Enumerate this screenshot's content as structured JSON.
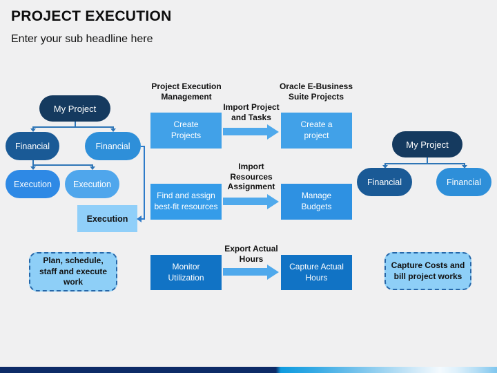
{
  "slide": {
    "title": "PROJECT EXECUTION",
    "subtitle": "Enter your sub headline here"
  },
  "columns": {
    "left_header": "Project Execution Management",
    "right_header": "Oracle E-Business Suite Projects"
  },
  "left_tree": {
    "root": "My Project",
    "children": [
      "Financial",
      "Financial"
    ],
    "grandchildren": [
      "Execution",
      "Execution"
    ],
    "detached_node": "Execution"
  },
  "right_tree": {
    "root": "My Project",
    "children": [
      "Financial",
      "Financial"
    ]
  },
  "flows": [
    {
      "left_box": "Create Projects",
      "arrow_label": "Import Project and Tasks",
      "right_box": "Create a project"
    },
    {
      "left_box": "Find and assign best-fit resources",
      "arrow_label": "Import Resources Assignment",
      "right_box": "Manage Budgets"
    },
    {
      "left_box": "Monitor Utilization",
      "arrow_label": "Export Actual Hours",
      "right_box": "Capture Actual Hours"
    }
  ],
  "notes": {
    "left": "Plan, schedule, staff and execute work",
    "right": "Capture Costs and bill project works"
  },
  "colors": {
    "background": "#F0F0F1",
    "navy_node": "#153A5F",
    "dark_blue_node": "#1A5A96",
    "bright_blue_node": "#2E8FD9",
    "vivid_blue_node": "#2E89E5",
    "mid_blue_node": "#4FA6EC",
    "light_blue_rect": "#90CFF9",
    "flow_sky_blue": "#41A1E8",
    "flow_deep_blue": "#1173C5",
    "arrow_blue": "#4FA9EC",
    "connector_blue": "#2E75B6",
    "bar_navy": "#0D2B67",
    "bar_cyan": "#0F9BDF"
  }
}
